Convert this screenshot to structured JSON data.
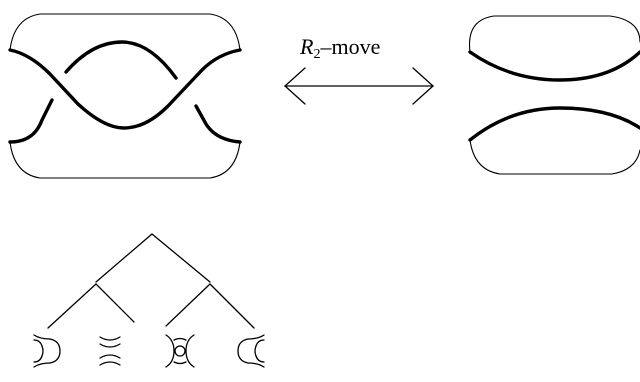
{
  "move": {
    "symbol": "R",
    "index": "2",
    "suffix": "–move"
  }
}
